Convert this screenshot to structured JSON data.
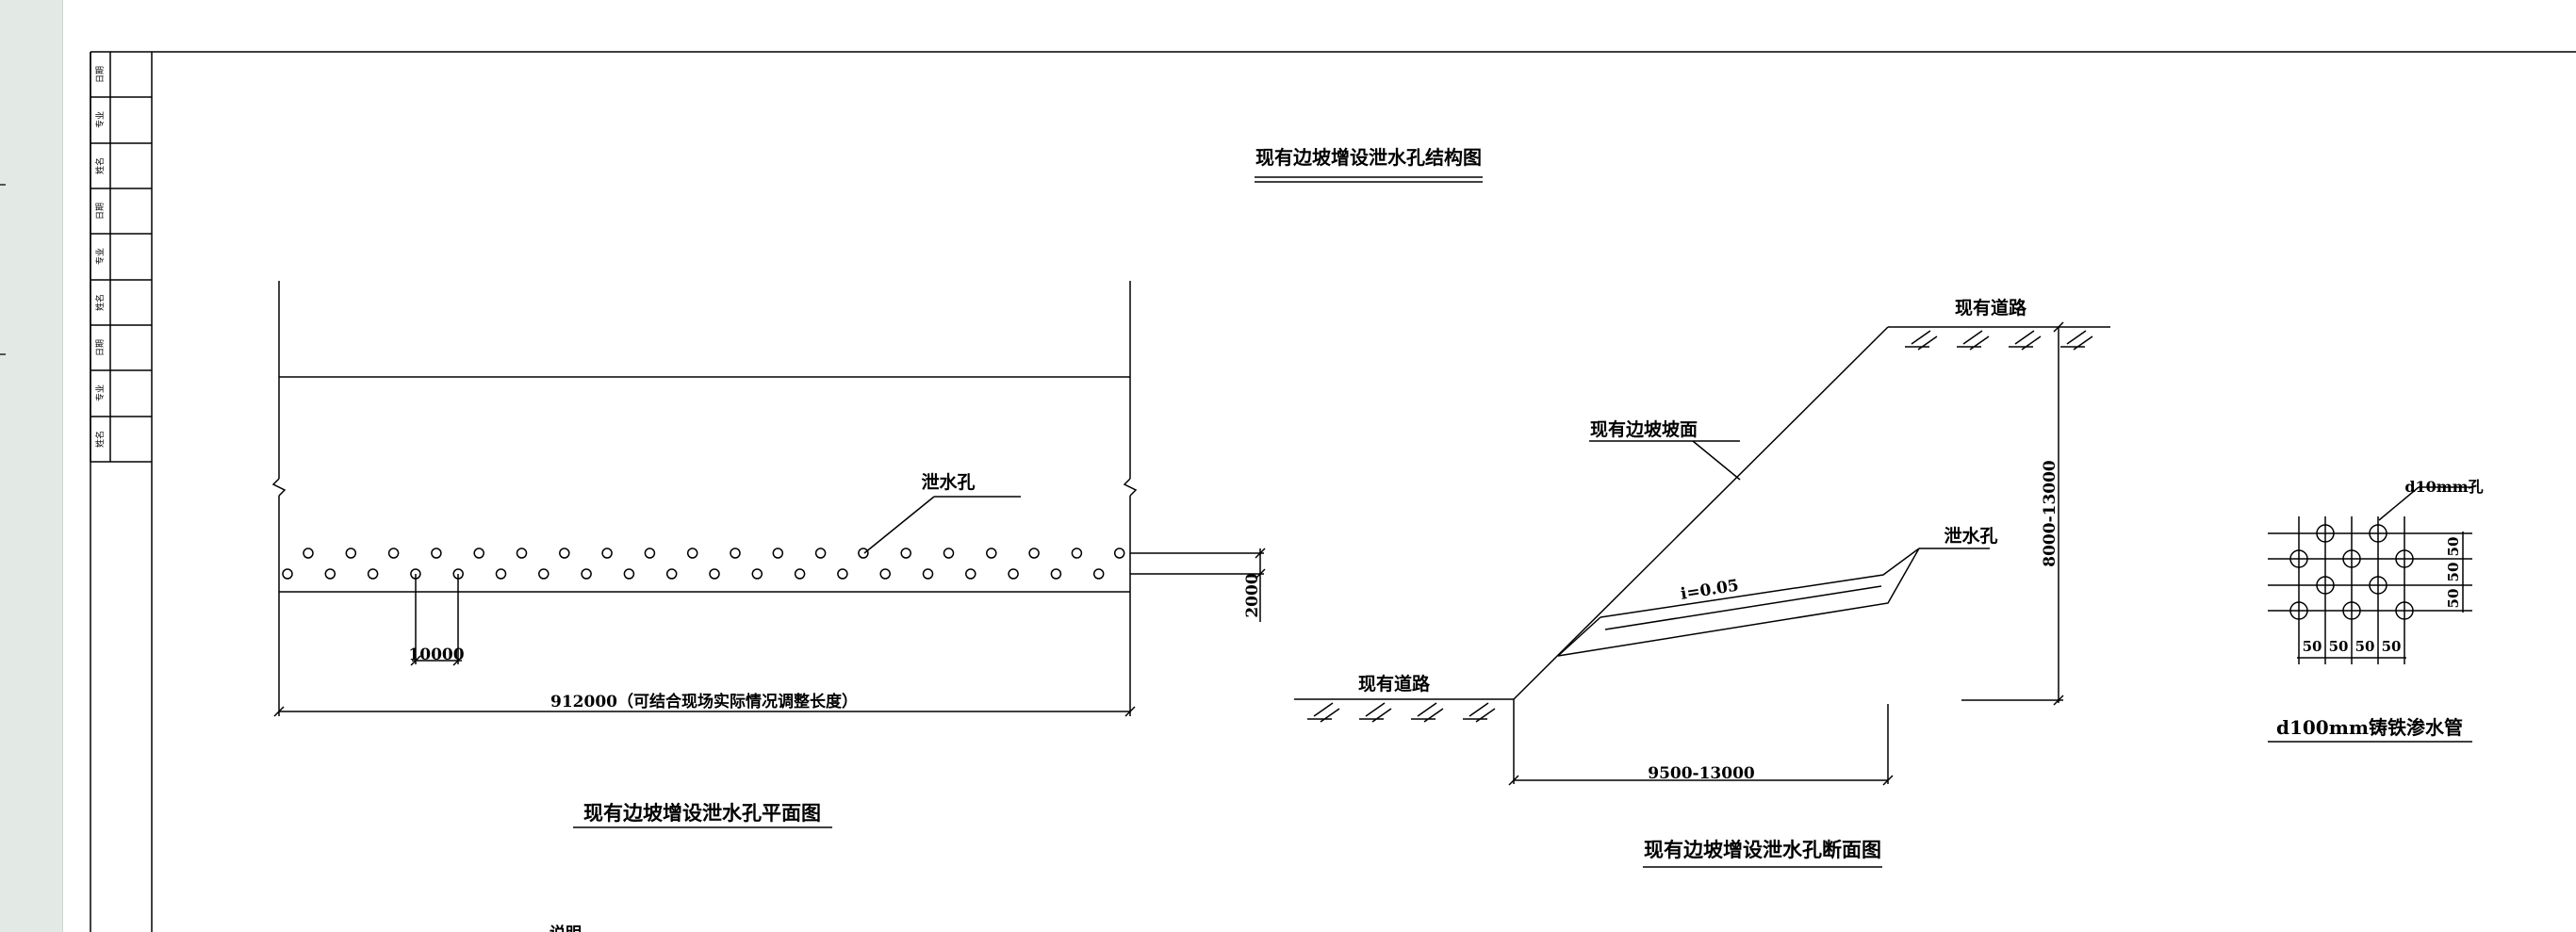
{
  "colors": {
    "sidebar": "#e3e9e5",
    "sheet": "#ffffff",
    "lines": "#000000"
  },
  "title_block": {
    "cells": [
      "日期",
      "专业",
      "姓名",
      "日期",
      "专业",
      "姓名",
      "日期",
      "专业",
      "姓名"
    ]
  },
  "main_title": "现有边坡增设泄水孔结构图",
  "plan_view": {
    "title": "现有边坡增设泄水孔平面图",
    "hole_label": "泄水孔",
    "spacing_dim": "10000",
    "vertical_dim": "2000",
    "length_dim": "912000（可结合现场实际情况调整长度）"
  },
  "section_view": {
    "title": "现有边坡增设泄水孔断面图",
    "road_top": "现有道路",
    "road_bottom": "现有道路",
    "slope_face": "现有边坡坡面",
    "hole_label": "泄水孔",
    "slope_ratio": "i=0.05",
    "height_dim": "8000-13000",
    "width_dim": "9500-13000"
  },
  "pipe_detail": {
    "title": "d100mm铸铁渗水管",
    "hole_label": "d10mm孔",
    "horizontal_spacings": [
      "50",
      "50",
      "50",
      "50"
    ],
    "vertical_spacings": [
      "50",
      "50",
      "50"
    ]
  },
  "notes_heading": "说明"
}
